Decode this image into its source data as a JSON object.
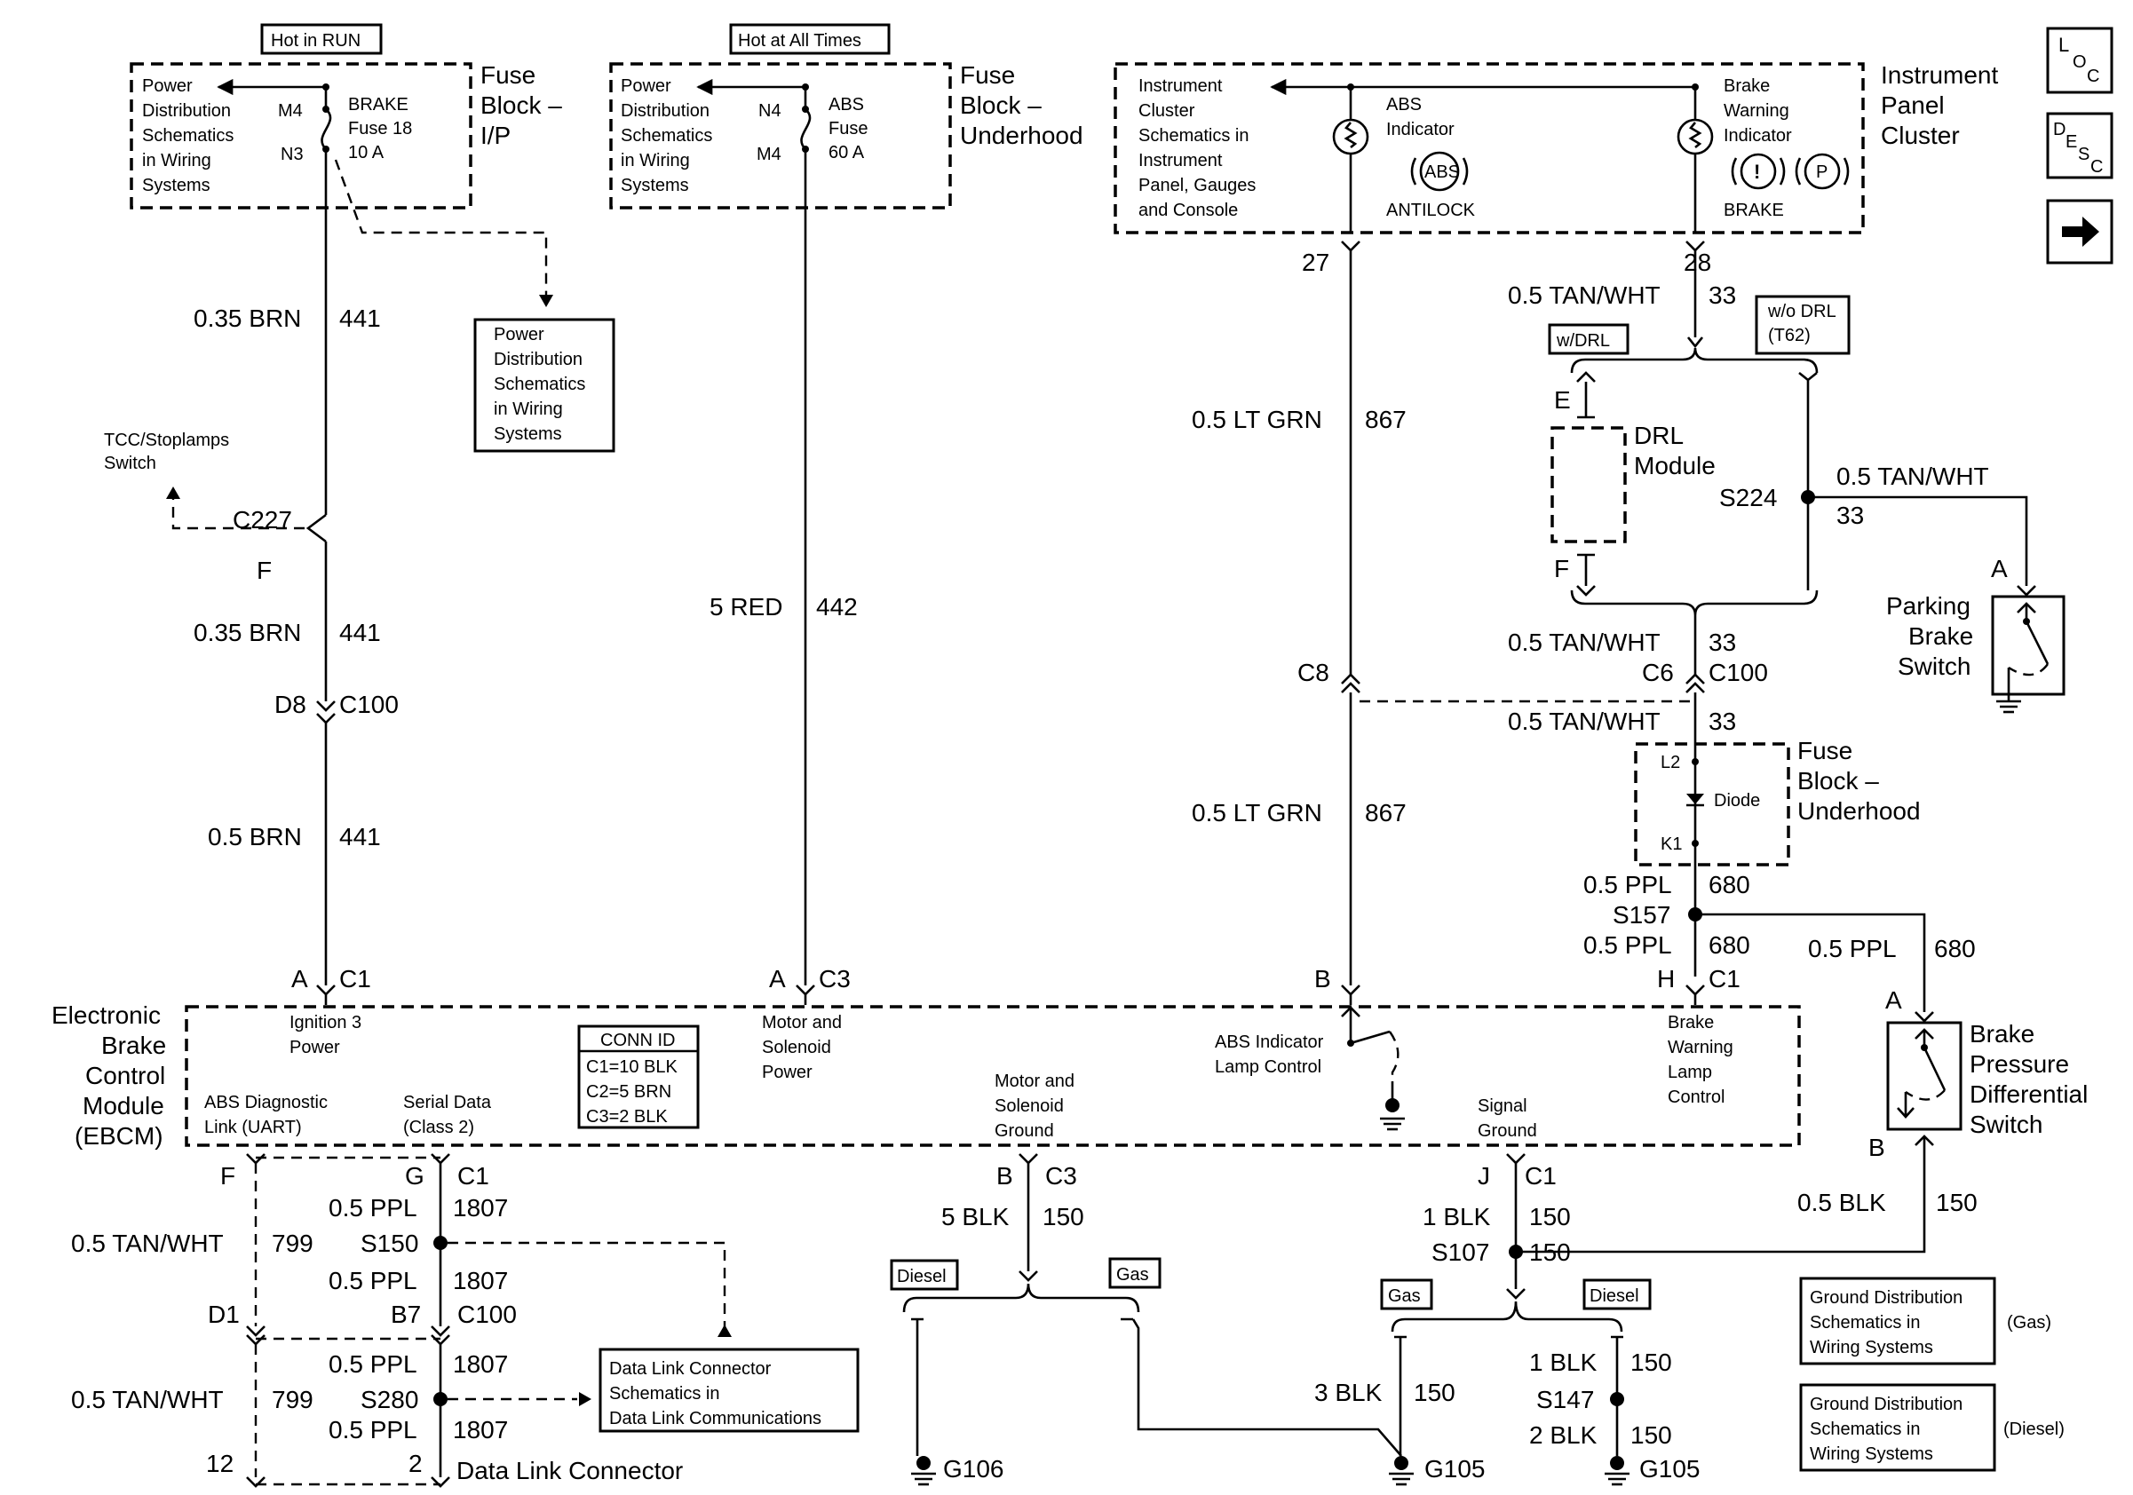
{
  "headers": {
    "hot_in_run": "Hot in RUN",
    "hot_at_all_times": "Hot at All Times"
  },
  "fuse_block_ip": {
    "ref": [
      "Power",
      "Distribution",
      "Schematics",
      "in Wiring",
      "Systems"
    ],
    "term_in": "M4",
    "term_out": "N3",
    "fuse": [
      "BRAKE",
      "Fuse 18",
      "10 A"
    ],
    "title": [
      "Fuse",
      "Block –",
      "I/P"
    ]
  },
  "fuse_block_uh_top": {
    "ref": [
      "Power",
      "Distribution",
      "Schematics",
      "in Wiring",
      "Systems"
    ],
    "term_in": "N4",
    "term_out": "M4",
    "fuse": [
      "ABS",
      "Fuse",
      "60 A"
    ],
    "title": [
      "Fuse",
      "Block –",
      "Underhood"
    ]
  },
  "instrument_cluster": {
    "ref": [
      "Instrument",
      "Cluster",
      "Schematics in",
      "Instrument",
      "Panel, Gauges",
      "and Console"
    ],
    "abs_indicator": [
      "ABS",
      "Indicator"
    ],
    "abs_symbol": "ABS",
    "abs_caption": "ANTILOCK",
    "brake_indicator": [
      "Brake",
      "Warning",
      "Indicator"
    ],
    "brake_symbol_1": "!",
    "brake_symbol_2": "P",
    "brake_caption": "BRAKE",
    "title": [
      "Instrument",
      "Panel",
      "Cluster"
    ]
  },
  "nav_icons": {
    "loc": [
      "L",
      "O",
      "C"
    ],
    "desc": [
      "D",
      "E",
      "S",
      "C"
    ],
    "next": "➜"
  },
  "power_ref_box": [
    "Power",
    "Distribution",
    "Schematics",
    "in Wiring",
    "Systems"
  ],
  "tcc": {
    "label": [
      "TCC/Stoplamps",
      "Switch"
    ],
    "connector": "C227",
    "pin": "F"
  },
  "wire_labels": {
    "w441_a": [
      "0.35 BRN",
      "441"
    ],
    "w441_b": [
      "0.35 BRN",
      "441"
    ],
    "c100_d8": [
      "D8",
      "C100"
    ],
    "w441_c": [
      "0.5 BRN",
      "441"
    ],
    "w442": [
      "5 RED",
      "442"
    ],
    "pin27": "27",
    "pin28": "28",
    "w33_top": [
      "0.5 TAN/WHT",
      "33"
    ],
    "w867_a": [
      "0.5 LT GRN",
      "867"
    ],
    "w867_b": [
      "0.5 LT GRN",
      "867"
    ],
    "w33_s224": [
      "0.5 TAN/WHT",
      "33"
    ],
    "s224": "S224",
    "w33_c6": [
      "0.5 TAN/WHT",
      "33"
    ],
    "c6_c100": [
      "C6",
      "C100"
    ],
    "c8": "C8",
    "w33_diode": [
      "0.5 TAN/WHT",
      "33"
    ],
    "w680_a": [
      "0.5 PPL",
      "680"
    ],
    "s157": "S157",
    "w680_b": [
      "0.5 PPL",
      "680"
    ],
    "w680_c": [
      "0.5 PPL",
      "680"
    ],
    "w150_bp": [
      "0.5 BLK",
      "150"
    ]
  },
  "drl": {
    "w_drl": "w/DRL",
    "wo_drl": [
      "w/o DRL",
      "(T62)"
    ],
    "pin_e": "E",
    "pin_f": "F",
    "title": [
      "DRL",
      "Module"
    ]
  },
  "parking_brake": {
    "pin": "A",
    "title": [
      "Parking",
      "Brake",
      "Switch"
    ]
  },
  "fuse_block_uh_diode": {
    "l2": "L2",
    "diode": "Diode",
    "k1": "K1",
    "title": [
      "Fuse",
      "Block –",
      "Underhood"
    ]
  },
  "brake_pressure": {
    "pin_a": "A",
    "pin_b": "B",
    "title": [
      "Brake",
      "Pressure",
      "Differential",
      "Switch"
    ]
  },
  "ebcm": {
    "title": [
      "Electronic",
      "Brake",
      "Control",
      "Module",
      "(EBCM)"
    ],
    "pins_top": {
      "a_c1": [
        "A",
        "C1"
      ],
      "a_c3": [
        "A",
        "C3"
      ],
      "b": "B",
      "h_c1": [
        "H",
        "C1"
      ]
    },
    "ign3": [
      "Ignition 3",
      "Power"
    ],
    "motor_power": [
      "Motor and",
      "Solenoid",
      "Power"
    ],
    "abs_lamp": [
      "ABS Indicator",
      "Lamp Control"
    ],
    "brake_lamp": [
      "Brake",
      "Warning",
      "Lamp",
      "Control"
    ],
    "abs_diag": [
      "ABS Diagnostic",
      "Link (UART)"
    ],
    "serial_data": [
      "Serial Data",
      "(Class 2)"
    ],
    "motor_ground": [
      "Motor and",
      "Solenoid",
      "Ground"
    ],
    "signal_ground": [
      "Signal",
      "Ground"
    ],
    "conn_id": [
      "CONN ID",
      "C1=10 BLK",
      "C2=5 BRN",
      "C3=2 BLK"
    ],
    "pins_bottom": {
      "f": "F",
      "g_c1": [
        "G",
        "C1"
      ],
      "b_c3": [
        "B",
        "C3"
      ],
      "j_c1": [
        "J",
        "C1"
      ]
    }
  },
  "dlc": {
    "w1807_a": [
      "0.5 PPL",
      "1807"
    ],
    "w799_a": [
      "0.5 TAN/WHT",
      "799"
    ],
    "s150": "S150",
    "w1807_b": [
      "0.5 PPL",
      "1807"
    ],
    "d1": "D1",
    "b7_c100": [
      "B7",
      "C100"
    ],
    "w1807_c": [
      "0.5 PPL",
      "1807"
    ],
    "w799_b": [
      "0.5 TAN/WHT",
      "799"
    ],
    "s280": "S280",
    "w1807_d": [
      "0.5 PPL",
      "1807"
    ],
    "pin12": "12",
    "pin2": "2",
    "title": "Data Link Connector",
    "ref": [
      "Data Link Connector",
      "Schematics in",
      "Data Link Communications"
    ]
  },
  "grounds": {
    "w150_motor": [
      "5 BLK",
      "150"
    ],
    "diesel_1": "Diesel",
    "gas_1": "Gas",
    "g106": "G106",
    "w150_signal": [
      "1 BLK",
      "150"
    ],
    "s107": "S107",
    "gas_2": "Gas",
    "diesel_2": "Diesel",
    "w150_3blk": [
      "3 BLK",
      "150"
    ],
    "g105_a": "G105",
    "w150_1blk": [
      "1 BLK",
      "150"
    ],
    "s147": "S147",
    "w150_2blk": [
      "2 BLK",
      "150"
    ],
    "g105_b": "G105"
  },
  "ground_refs": {
    "gas": [
      "Ground Distribution",
      "Schematics in",
      "Wiring Systems"
    ],
    "gas_tag": "(Gas)",
    "diesel": [
      "Ground Distribution",
      "Schematics in",
      "Wiring Systems"
    ],
    "diesel_tag": "(Diesel)"
  }
}
